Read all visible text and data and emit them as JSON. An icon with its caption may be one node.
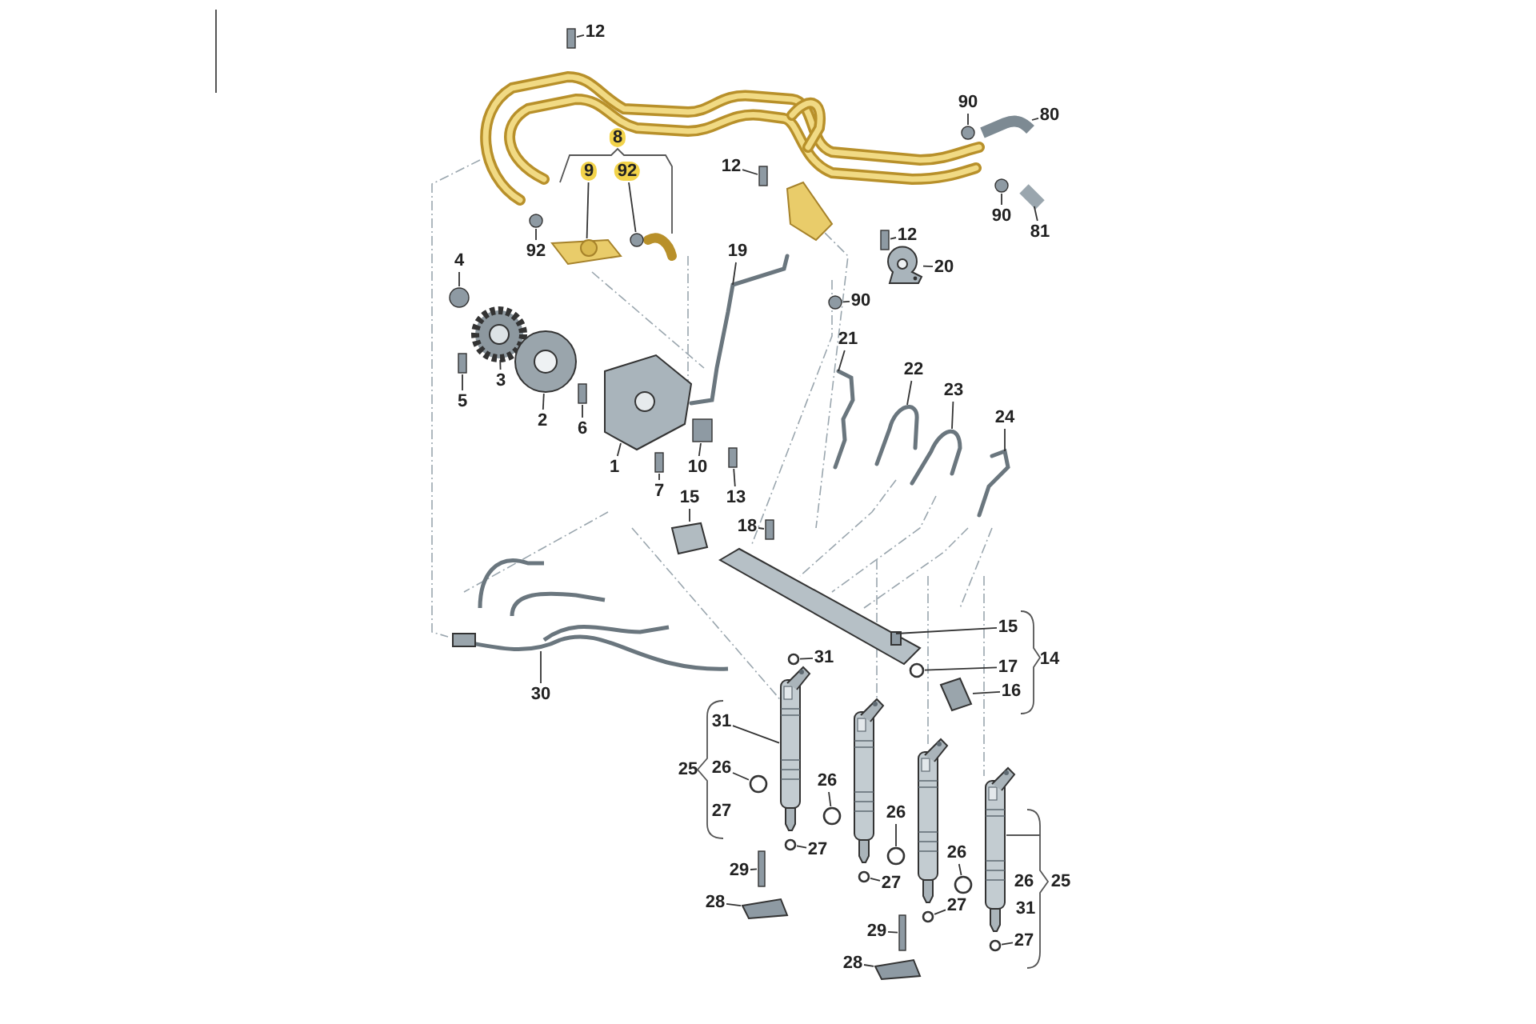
{
  "diagram": {
    "nodes": [
      {
        "text": [
          "12"
        ]
      },
      {
        "text": [
          "8"
        ]
      },
      {
        "text": [
          "9"
        ]
      },
      {
        "text": [
          "92"
        ]
      },
      {
        "text": [
          "12"
        ]
      },
      {
        "text": [
          "90"
        ]
      },
      {
        "text": [
          "80"
        ]
      },
      {
        "text": [
          "90"
        ]
      },
      {
        "text": [
          "81"
        ]
      },
      {
        "text": [
          "92"
        ]
      },
      {
        "text": [
          "12"
        ]
      },
      {
        "text": [
          "20"
        ]
      },
      {
        "text": [
          "19"
        ]
      },
      {
        "text": [
          "90"
        ]
      },
      {
        "text": [
          "4"
        ]
      },
      {
        "text": [
          "21"
        ]
      },
      {
        "text": [
          "22"
        ]
      },
      {
        "text": [
          "23"
        ]
      },
      {
        "text": [
          "24"
        ]
      },
      {
        "text": [
          "3"
        ]
      },
      {
        "text": [
          "5"
        ]
      },
      {
        "text": [
          "2"
        ]
      },
      {
        "text": [
          "6"
        ]
      },
      {
        "text": [
          "1"
        ]
      },
      {
        "text": [
          "7"
        ]
      },
      {
        "text": [
          "10"
        ]
      },
      {
        "text": [
          "13"
        ]
      },
      {
        "text": [
          "15"
        ]
      },
      {
        "text": [
          "18"
        ]
      },
      {
        "text": [
          "15"
        ]
      },
      {
        "text": [
          "17"
        ]
      },
      {
        "text": [
          "16"
        ]
      },
      {
        "text": [
          "14"
        ]
      },
      {
        "text": [
          "31"
        ]
      },
      {
        "text": [
          "30"
        ]
      },
      {
        "text": [
          "31"
        ]
      },
      {
        "text": [
          "25"
        ]
      },
      {
        "text": [
          "26"
        ]
      },
      {
        "text": [
          "27"
        ]
      },
      {
        "text": [
          "26"
        ]
      },
      {
        "text": [
          "27"
        ]
      },
      {
        "text": [
          "26"
        ]
      },
      {
        "text": [
          "27"
        ]
      },
      {
        "text": [
          "29"
        ]
      },
      {
        "text": [
          "28"
        ]
      },
      {
        "text": [
          "26"
        ]
      },
      {
        "text": [
          "27"
        ]
      },
      {
        "text": [
          "29"
        ]
      },
      {
        "text": [
          "28"
        ]
      },
      {
        "text": [
          "26"
        ]
      },
      {
        "text": [
          "31"
        ]
      },
      {
        "text": [
          "25"
        ]
      },
      {
        "text": [
          "27"
        ]
      },
      {
        "text": [],
        "shape": "box"
      },
      {
        "text": [],
        "shape": "picture"
      },
      {
        "text": [],
        "shape": "circle"
      },
      {
        "text": [],
        "shape": "box"
      },
      {
        "text": [],
        "shape": "circle"
      },
      {
        "text": [],
        "shape": "picture"
      },
      {
        "text": [],
        "shape": "circle"
      },
      {
        "text": [],
        "shape": "picture"
      },
      {
        "text": [],
        "shape": "circle"
      },
      {
        "text": [],
        "shape": "box"
      },
      {
        "text": [],
        "shape": "picture"
      },
      {
        "text": [],
        "shape": "picture"
      },
      {
        "text": [],
        "shape": "circle"
      },
      {
        "text": [],
        "shape": "circle"
      },
      {
        "text": [],
        "shape": "picture"
      },
      {
        "text": [],
        "shape": "picture"
      },
      {
        "text": [],
        "shape": "picture"
      },
      {
        "text": [],
        "shape": "picture"
      },
      {
        "text": [],
        "shape": "picture"
      },
      {
        "text": [],
        "shape": "box"
      },
      {
        "text": [],
        "shape": "picture"
      },
      {
        "text": [],
        "shape": "box"
      },
      {
        "text": [],
        "shape": "picture"
      },
      {
        "text": [],
        "shape": "box"
      },
      {
        "text": [],
        "shape": "box"
      },
      {
        "text": [],
        "shape": "box"
      },
      {
        "text": [],
        "shape": "picture"
      },
      {
        "text": [],
        "shape": "box"
      },
      {
        "text": [],
        "shape": "picture"
      },
      {
        "text": [],
        "shape": "circle"
      },
      {
        "text": [],
        "shape": "picture"
      },
      {
        "text": [],
        "shape": "circle"
      },
      {
        "text": [],
        "shape": "picture"
      },
      {
        "text": [],
        "shape": "picture"
      },
      {
        "text": [],
        "shape": "circle"
      },
      {
        "text": [],
        "shape": "circle"
      },
      {
        "text": [],
        "shape": "circle"
      },
      {
        "text": [],
        "shape": "circle"
      },
      {
        "text": [],
        "shape": "circle"
      },
      {
        "text": [],
        "shape": "box"
      },
      {
        "text": [],
        "shape": "picture"
      },
      {
        "text": [],
        "shape": "circle"
      },
      {
        "text": [],
        "shape": "circle"
      },
      {
        "text": [],
        "shape": "box"
      },
      {
        "text": [],
        "shape": "picture"
      },
      {
        "text": [],
        "shape": "circle"
      },
      {
        "text": [],
        "shape": "picture"
      },
      {
        "text": [],
        "shape": "picture"
      },
      {
        "text": [],
        "shape": "picture"
      }
    ],
    "edges": [
      {
        "from": 0,
        "to": 53,
        "arrow": "none"
      },
      {
        "from": 2,
        "to": 54,
        "arrow": "none"
      },
      {
        "from": 3,
        "to": 55,
        "arrow": "none"
      },
      {
        "from": 4,
        "to": 56,
        "arrow": "none"
      },
      {
        "from": 5,
        "to": 57,
        "arrow": "none"
      },
      {
        "from": 6,
        "to": 58,
        "arrow": "none"
      },
      {
        "from": 7,
        "to": 59,
        "arrow": "none"
      },
      {
        "from": 8,
        "to": 60,
        "arrow": "none"
      },
      {
        "from": 9,
        "to": 61,
        "arrow": "none"
      },
      {
        "from": 10,
        "to": 62,
        "arrow": "none"
      },
      {
        "from": 11,
        "to": 63,
        "arrow": "none"
      },
      {
        "from": 12,
        "to": 64,
        "arrow": "none"
      },
      {
        "from": 13,
        "to": 65,
        "arrow": "none"
      },
      {
        "from": 14,
        "to": 66,
        "arrow": "none"
      },
      {
        "from": 15,
        "to": 67,
        "arrow": "none"
      },
      {
        "from": 16,
        "to": 68,
        "arrow": "none"
      },
      {
        "from": 17,
        "to": 69,
        "arrow": "none"
      },
      {
        "from": 18,
        "to": 70,
        "arrow": "none"
      },
      {
        "from": 19,
        "to": 71,
        "arrow": "none"
      },
      {
        "from": 20,
        "to": 72,
        "arrow": "none"
      },
      {
        "from": 21,
        "to": 73,
        "arrow": "none"
      },
      {
        "from": 22,
        "to": 74,
        "arrow": "none"
      },
      {
        "from": 23,
        "to": 75,
        "arrow": "none"
      },
      {
        "from": 24,
        "to": 76,
        "arrow": "none"
      },
      {
        "from": 25,
        "to": 77,
        "arrow": "none"
      },
      {
        "from": 26,
        "to": 78,
        "arrow": "none"
      },
      {
        "from": 27,
        "to": 79,
        "arrow": "none"
      },
      {
        "from": 28,
        "to": 80,
        "arrow": "none"
      },
      {
        "from": 29,
        "to": 81,
        "arrow": "none"
      },
      {
        "from": 30,
        "to": 82,
        "arrow": "none"
      },
      {
        "from": 31,
        "to": 83,
        "arrow": "none"
      },
      {
        "from": 33,
        "to": 84,
        "arrow": "none"
      },
      {
        "from": 34,
        "to": 85,
        "arrow": "none"
      },
      {
        "from": 35,
        "to": 86,
        "arrow": "none"
      },
      {
        "from": 37,
        "to": 87,
        "arrow": "none"
      },
      {
        "from": 39,
        "to": 88,
        "arrow": "none"
      },
      {
        "from": 40,
        "to": 89,
        "arrow": "none"
      },
      {
        "from": 41,
        "to": 90,
        "arrow": "none"
      },
      {
        "from": 42,
        "to": 91,
        "arrow": "none"
      },
      {
        "from": 43,
        "to": 92,
        "arrow": "none"
      },
      {
        "from": 44,
        "to": 93,
        "arrow": "none"
      },
      {
        "from": 45,
        "to": 94,
        "arrow": "none"
      },
      {
        "from": 46,
        "to": 95,
        "arrow": "none"
      },
      {
        "from": 47,
        "to": 96,
        "arrow": "none"
      },
      {
        "from": 48,
        "to": 97,
        "arrow": "none"
      },
      {
        "from": 52,
        "to": 98,
        "arrow": "none"
      }
    ]
  }
}
